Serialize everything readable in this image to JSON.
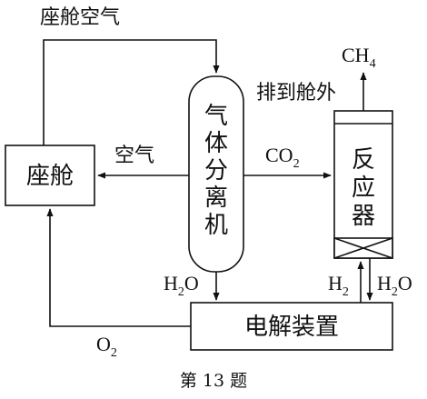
{
  "labels": {
    "cabin_air": "座舱空气",
    "cabin": "座舱",
    "air": "空气",
    "separator": [
      "气",
      "体",
      "分",
      "离",
      "机"
    ],
    "reactor": [
      "反",
      "应",
      "器"
    ],
    "electrolyzer": "电解装置",
    "vent": "排到舱外",
    "caption": "第 13 题"
  },
  "chem": {
    "ch4": {
      "base": "CH",
      "sub": "4"
    },
    "co2": {
      "base": "CO",
      "sub": "2"
    },
    "h2o_sep": {
      "base": "H",
      "sub": "2",
      "tail": "O"
    },
    "h2": {
      "base": "H",
      "sub": "2"
    },
    "h2o_react": {
      "base": "H",
      "sub": "2",
      "tail": "O"
    },
    "o2": {
      "base": "O",
      "sub": "2"
    }
  }
}
